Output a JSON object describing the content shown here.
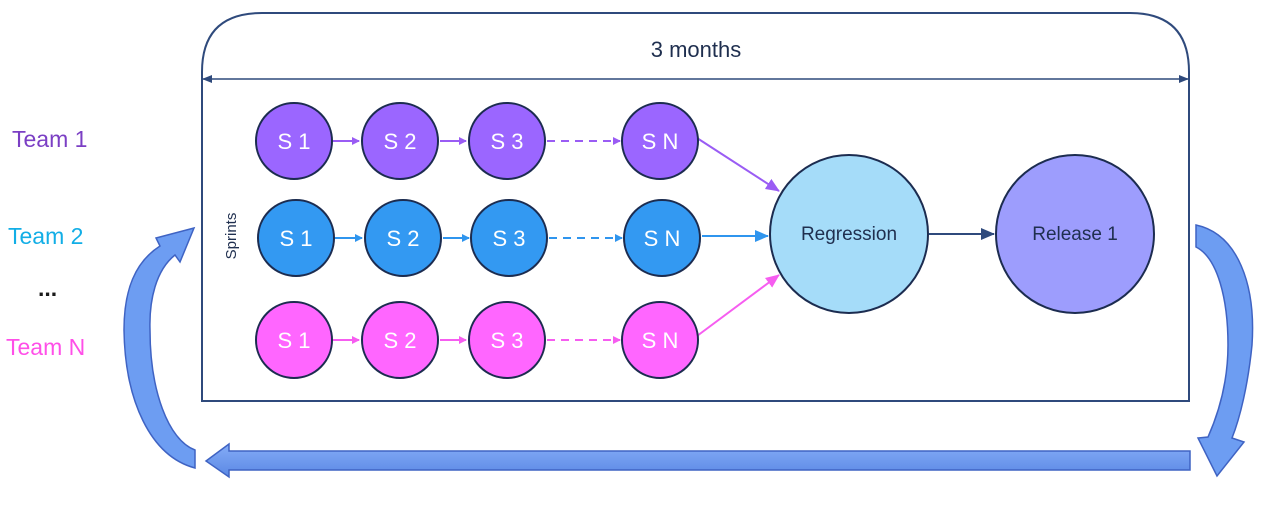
{
  "period_label": "3 months",
  "sprints_label": "Sprints",
  "ellipsis": "...",
  "teams": [
    {
      "label": "Team 1",
      "color": "#7b3fc4",
      "fill": "#9b66ff",
      "sprints": [
        "S 1",
        "S 2",
        "S 3",
        "S N"
      ],
      "arrow_color": "#9a5cf4"
    },
    {
      "label": "Team 2",
      "color": "#12aee6",
      "fill": "#3399f2",
      "sprints": [
        "S 1",
        "S 2",
        "S 3",
        "S N"
      ],
      "arrow_color": "#2f95ee"
    },
    {
      "label": "Team N",
      "color": "#ff4fe8",
      "fill": "#ff66ff",
      "sprints": [
        "S 1",
        "S 2",
        "S 3",
        "S N"
      ],
      "arrow_color": "#f65df0"
    }
  ],
  "regression": {
    "label": "Regression",
    "fill": "#a5dcf9"
  },
  "release": {
    "label": "Release 1",
    "fill": "#9d9dfd"
  },
  "colors": {
    "frame": "#2f4a7c",
    "circle_stroke": "#1c2c50",
    "cycle_arrow": "#6d9df2",
    "cycle_arrow_dark": "#4064c4",
    "release_arrow": "#2f4a7c"
  }
}
